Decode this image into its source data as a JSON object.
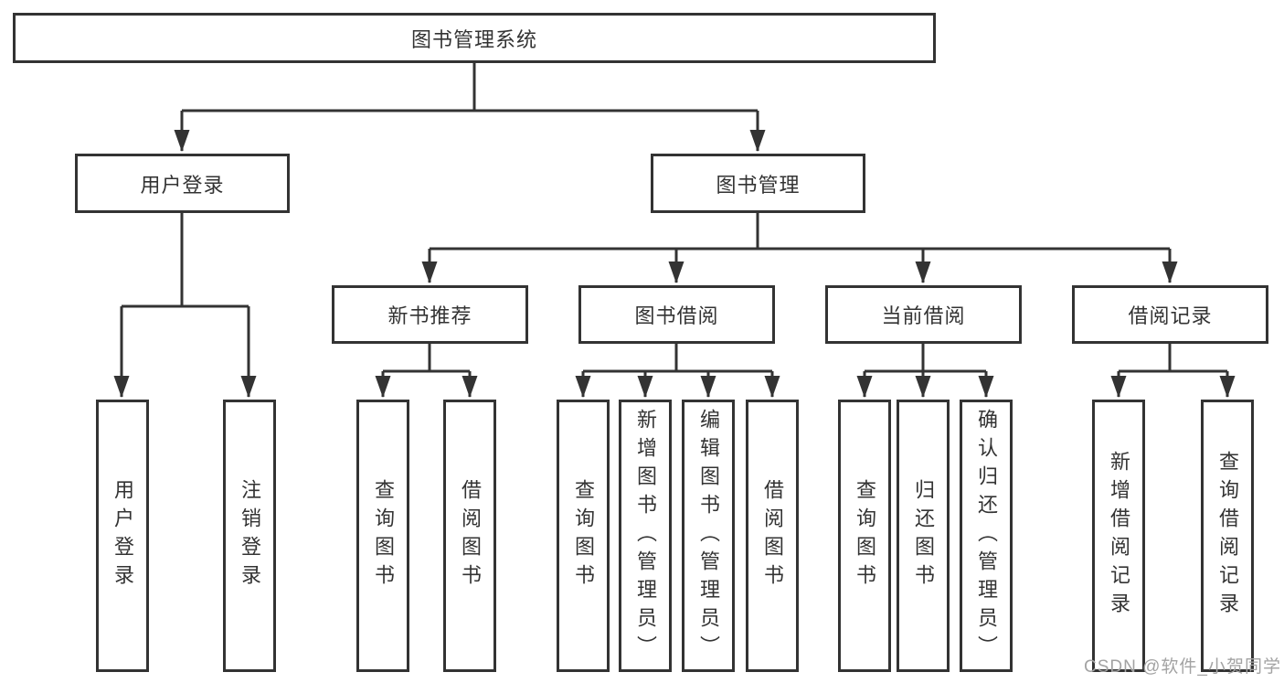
{
  "diagram": {
    "root": {
      "label": "图书管理系统"
    },
    "level2": [
      {
        "label": "用户登录"
      },
      {
        "label": "图书管理"
      }
    ],
    "level3": [
      {
        "label": "新书推荐"
      },
      {
        "label": "图书借阅"
      },
      {
        "label": "当前借阅"
      },
      {
        "label": "借阅记录"
      }
    ],
    "children": {
      "user_login": [
        "用户登录",
        "注销登录"
      ],
      "new_book_recommend": [
        "查询图书",
        "借阅图书"
      ],
      "book_borrow": [
        "查询图书",
        "新增图书（管理员）",
        "编辑图书（管理员）",
        "借阅图书"
      ],
      "current_borrow": [
        "查询图书",
        "归还图书",
        "确认归还（管理员）"
      ],
      "borrow_records": [
        "新增借阅记录",
        "查询借阅记录"
      ]
    },
    "watermark": "CSDN @软件_小贺同学",
    "colors": {
      "line": "#333333",
      "text": "#333333",
      "background": "#ffffff",
      "watermark": "#a3a3a3"
    }
  }
}
